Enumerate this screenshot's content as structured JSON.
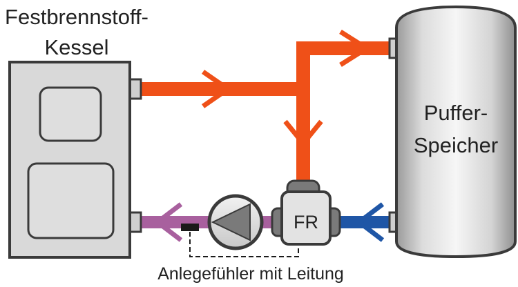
{
  "boiler": {
    "label_line1": "Festbrennstoff-",
    "label_line2": "Kessel"
  },
  "tank": {
    "label_line1": "Puffer-",
    "label_line2": "Speicher"
  },
  "valve": {
    "label": "FR"
  },
  "sensor": {
    "label": "Anlegefühler mit Leitung"
  },
  "colors": {
    "hot_flow": "#ef5018",
    "return_flow": "#a8609e",
    "cold_flow": "#1f56a6",
    "casing": "#d9d9d9",
    "outline": "#3a3a3a",
    "text": "#222222"
  }
}
